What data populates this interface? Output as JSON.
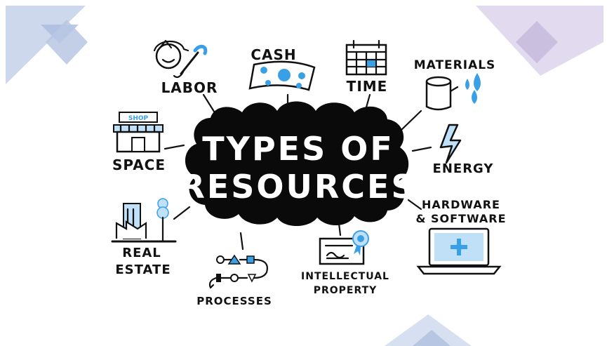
{
  "title": {
    "line1": "TYPES OF",
    "line2": "RESOURCES"
  },
  "nodes": {
    "labor": "LABOR",
    "cash": "CASH",
    "time": "TIME",
    "materials": "MATERIALS",
    "space": "SPACE",
    "energy": "ENERGY",
    "hardware_line1": "HARDWARE",
    "hardware_line2": "& SOFTWARE",
    "real_estate_line1": "REAL",
    "real_estate_line2": "ESTATE",
    "processes": "PROCESSES",
    "ip_line1": "INTELLECTUAL",
    "ip_line2": "PROPERTY",
    "shop_sign": "SHOP"
  },
  "colors": {
    "accent_blue": "#3aa0e6",
    "light_blue": "#bfe0f7",
    "deco_blue": "#b7c7e3",
    "deco_purple": "#cbbfe0",
    "ink": "#111111"
  }
}
